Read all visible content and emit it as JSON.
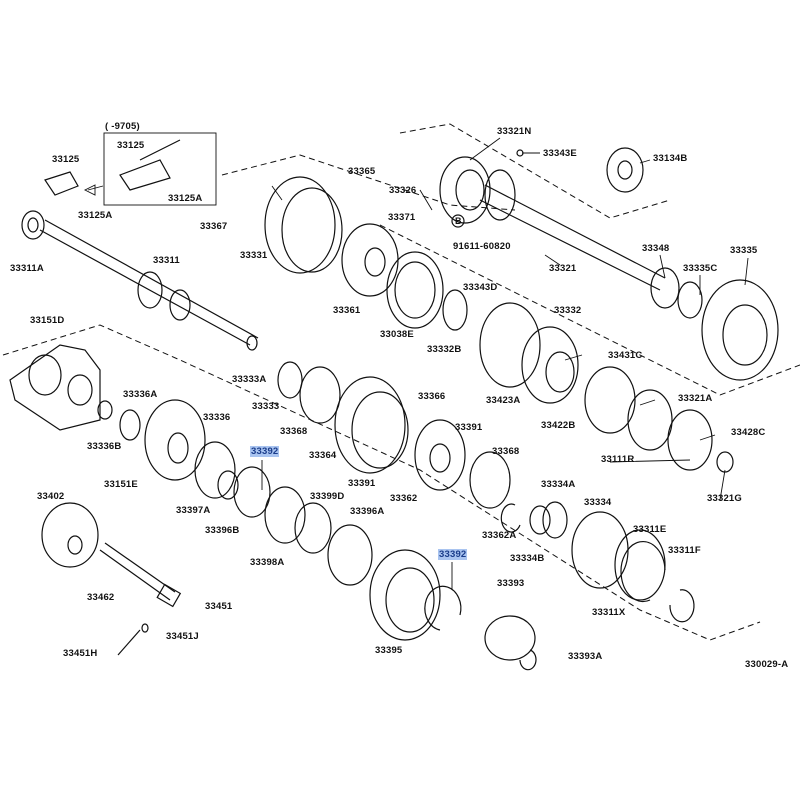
{
  "diagram": {
    "title_code": "330029-A",
    "highlight_color": "#a9c4f0",
    "inset_range": "(      -9705)",
    "circle_marker": "B",
    "labels": [
      {
        "text": "33125"
      },
      {
        "text": "33125"
      },
      {
        "text": "33125A"
      },
      {
        "text": "33125A"
      },
      {
        "text": "33311A"
      },
      {
        "text": "33311"
      },
      {
        "text": "33151D"
      },
      {
        "text": "33367"
      },
      {
        "text": "33331"
      },
      {
        "text": "33365"
      },
      {
        "text": "33371"
      },
      {
        "text": "33326"
      },
      {
        "text": "91611-60820"
      },
      {
        "text": "33361"
      },
      {
        "text": "33038E"
      },
      {
        "text": "33321N"
      },
      {
        "text": "33343E"
      },
      {
        "text": "33134B"
      },
      {
        "text": "33321"
      },
      {
        "text": "33348"
      },
      {
        "text": "33335C"
      },
      {
        "text": "33335"
      },
      {
        "text": "33343D"
      },
      {
        "text": "33332"
      },
      {
        "text": "33332B"
      },
      {
        "text": "33431C"
      },
      {
        "text": "33333A"
      },
      {
        "text": "33336A"
      },
      {
        "text": "33366"
      },
      {
        "text": "33333"
      },
      {
        "text": "33336"
      },
      {
        "text": "33423A"
      },
      {
        "text": "33321A"
      },
      {
        "text": "33368"
      },
      {
        "text": "33391"
      },
      {
        "text": "33392",
        "highlighted": true
      },
      {
        "text": "33336B"
      },
      {
        "text": "33364"
      },
      {
        "text": "33368"
      },
      {
        "text": "33422B"
      },
      {
        "text": "33428C"
      },
      {
        "text": "33391"
      },
      {
        "text": "33362"
      },
      {
        "text": "33151E"
      },
      {
        "text": "33111R"
      },
      {
        "text": "33402"
      },
      {
        "text": "33397A"
      },
      {
        "text": "33399D"
      },
      {
        "text": "33396B"
      },
      {
        "text": "33396A"
      },
      {
        "text": "33334A"
      },
      {
        "text": "33334"
      },
      {
        "text": "33362A"
      },
      {
        "text": "33334B"
      },
      {
        "text": "33321G"
      },
      {
        "text": "33311E"
      },
      {
        "text": "33311F"
      },
      {
        "text": "33398A"
      },
      {
        "text": "33392",
        "highlighted": true
      },
      {
        "text": "33393"
      },
      {
        "text": "33462"
      },
      {
        "text": "33451"
      },
      {
        "text": "33311X"
      },
      {
        "text": "33451J"
      },
      {
        "text": "33393A"
      },
      {
        "text": "33451H"
      },
      {
        "text": "33395"
      }
    ]
  }
}
